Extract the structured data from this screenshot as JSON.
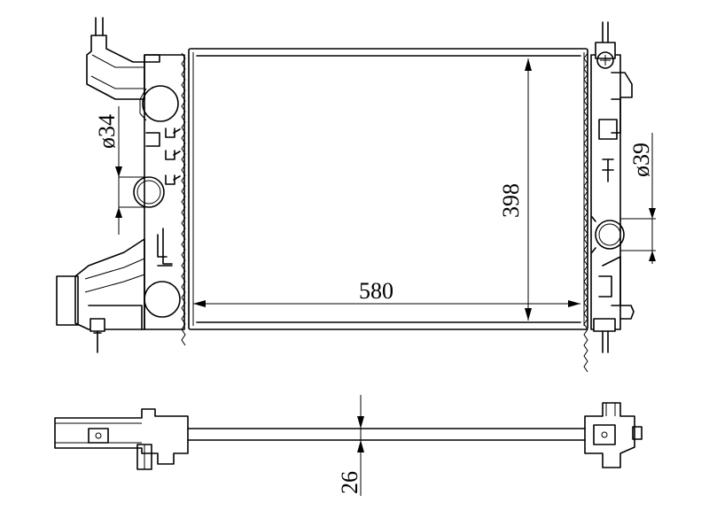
{
  "dimensions": {
    "core_width": "580",
    "core_height": "398",
    "inlet_diameter": "ø34",
    "outlet_diameter": "ø39",
    "core_thickness": "26"
  }
}
